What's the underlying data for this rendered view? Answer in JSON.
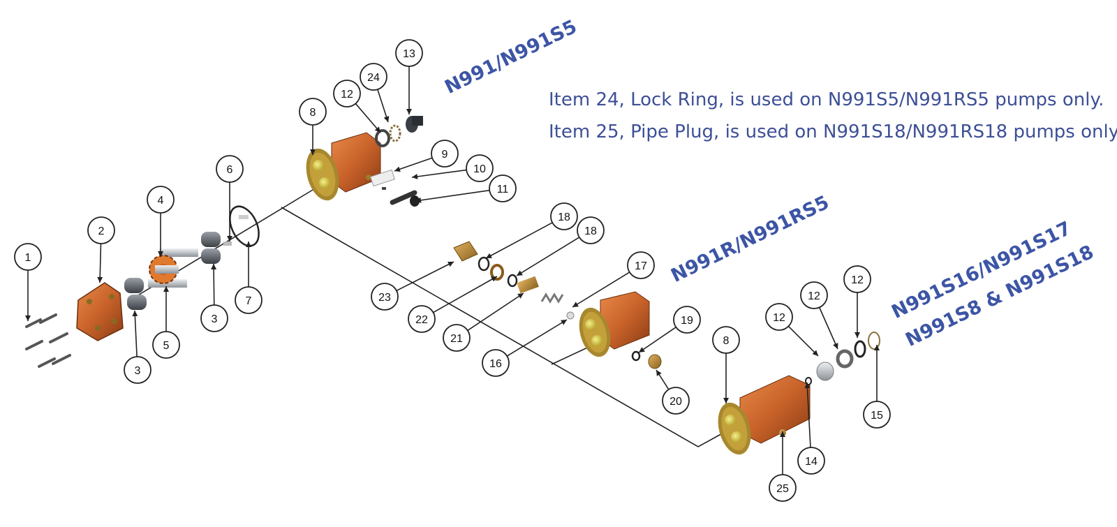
{
  "notes": [
    "Item 24, Lock Ring, is used on N991S5/N991RS5 pumps only.",
    "Item 25, Pipe Plug, is used on N991S18/N991RS18 pumps only."
  ],
  "models": {
    "top": "N991/N991S5",
    "middle": "N991R/N991RS5",
    "right_line1": "N991S16/N991S17",
    "right_line2": "N991S8 & N991S18"
  },
  "callouts": [
    {
      "id": "c1",
      "label": "1"
    },
    {
      "id": "c2",
      "label": "2"
    },
    {
      "id": "c3a",
      "label": "3"
    },
    {
      "id": "c3b",
      "label": "3"
    },
    {
      "id": "c4",
      "label": "4"
    },
    {
      "id": "c5",
      "label": "5"
    },
    {
      "id": "c6",
      "label": "6"
    },
    {
      "id": "c7",
      "label": "7"
    },
    {
      "id": "c8a",
      "label": "8"
    },
    {
      "id": "c9",
      "label": "9"
    },
    {
      "id": "c10",
      "label": "10"
    },
    {
      "id": "c11",
      "label": "11"
    },
    {
      "id": "c12a",
      "label": "12"
    },
    {
      "id": "c13",
      "label": "13"
    },
    {
      "id": "c24",
      "label": "24"
    },
    {
      "id": "c18a",
      "label": "18"
    },
    {
      "id": "c18b",
      "label": "18"
    },
    {
      "id": "c17",
      "label": "17"
    },
    {
      "id": "c23",
      "label": "23"
    },
    {
      "id": "c22",
      "label": "22"
    },
    {
      "id": "c21",
      "label": "21"
    },
    {
      "id": "c16",
      "label": "16"
    },
    {
      "id": "c19",
      "label": "19"
    },
    {
      "id": "c20",
      "label": "20"
    },
    {
      "id": "c8b",
      "label": "8"
    },
    {
      "id": "c12b",
      "label": "12"
    },
    {
      "id": "c12c",
      "label": "12"
    },
    {
      "id": "c12d",
      "label": "12"
    },
    {
      "id": "c14",
      "label": "14"
    },
    {
      "id": "c15",
      "label": "15"
    },
    {
      "id": "c25",
      "label": "25"
    }
  ],
  "colors": {
    "body": "#c8622a",
    "body_dark": "#8a3c14",
    "flange": "#a8882e",
    "brass": "#b98b3c",
    "accent_text": "#3c55a5",
    "gray": "#6a6f76"
  }
}
